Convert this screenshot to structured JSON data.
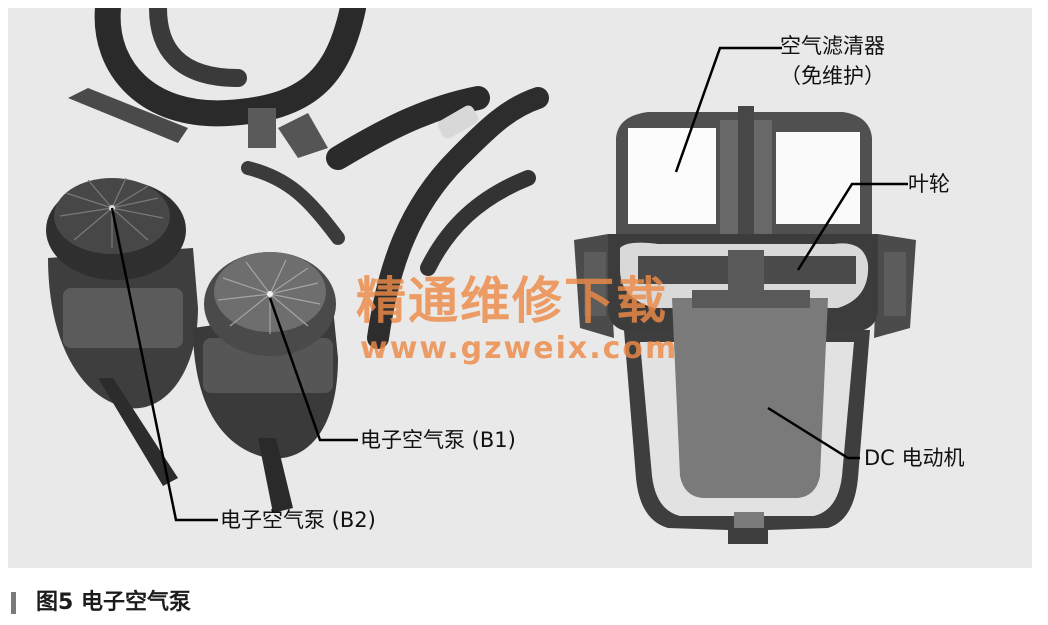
{
  "labels": {
    "air_filter": "空气滤清器",
    "air_filter_note": "（免维护）",
    "impeller": "叶轮",
    "dc_motor": "DC 电动机",
    "pump_b1": "电子空气泵 (B1)",
    "pump_b2": "电子空气泵 (B2)"
  },
  "watermark": {
    "site_name": "精通维修下载",
    "url": "www.gzweix.com"
  },
  "caption": "图5  电子空气泵",
  "colors": {
    "panel_bg": "#e9e9e9",
    "watermark": "#ec8a46",
    "leader_lines": "#000000"
  }
}
